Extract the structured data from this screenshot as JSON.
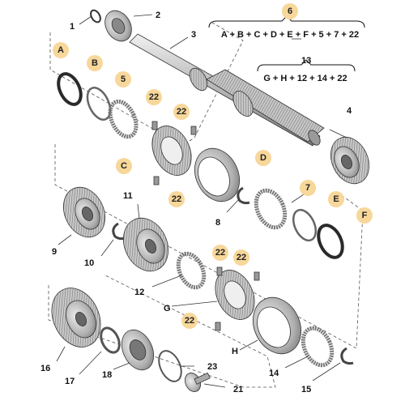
{
  "colors": {
    "badge": "#f7d79a",
    "part_light": "#d8d8d8",
    "part_mid": "#a9a9a9",
    "part_dark": "#6e6e6e",
    "ring_dark": "#2a2a2a",
    "line": "#333333"
  },
  "numbers": {
    "n1": "1",
    "n2": "2",
    "n3": "3",
    "n4": "4",
    "n7": "7",
    "n8": "8",
    "n9": "9",
    "n10": "10",
    "n11": "11",
    "n12": "12",
    "n13": "13",
    "n14": "14",
    "n15": "15",
    "n16": "16",
    "n17": "17",
    "n18": "18",
    "n21": "21",
    "n23": "23",
    "g": "G",
    "h": "H"
  },
  "badges": {
    "b6": "6",
    "ba": "A",
    "bb": "B",
    "b5": "5",
    "b22a": "22",
    "b22b": "22",
    "bc": "C",
    "bd": "D",
    "b22c": "22",
    "b7": "7",
    "be": "E",
    "bf": "F",
    "b22d": "22",
    "b22e": "22",
    "b22f": "22"
  },
  "formulas": {
    "f6": "A + B + C + D + E + F + 5 + 7 + 22",
    "f13": "G + H + 12 + 14 + 22"
  }
}
